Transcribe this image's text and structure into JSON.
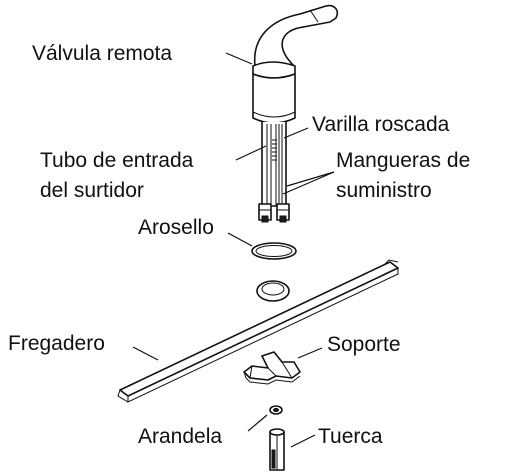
{
  "labels": {
    "remote_valve": "Válvula remota",
    "threaded_rod": "Varilla roscada",
    "spout_inlet_line1": "Tubo de entrada",
    "spout_inlet_line2": "del surtidor",
    "supply_hoses_line1": "Mangueras de",
    "supply_hoses_line2": "suministro",
    "o_ring": "Arosello",
    "sink": "Fregadero",
    "bracket": "Soporte",
    "washer": "Arandela",
    "nut": "Tuerca"
  }
}
